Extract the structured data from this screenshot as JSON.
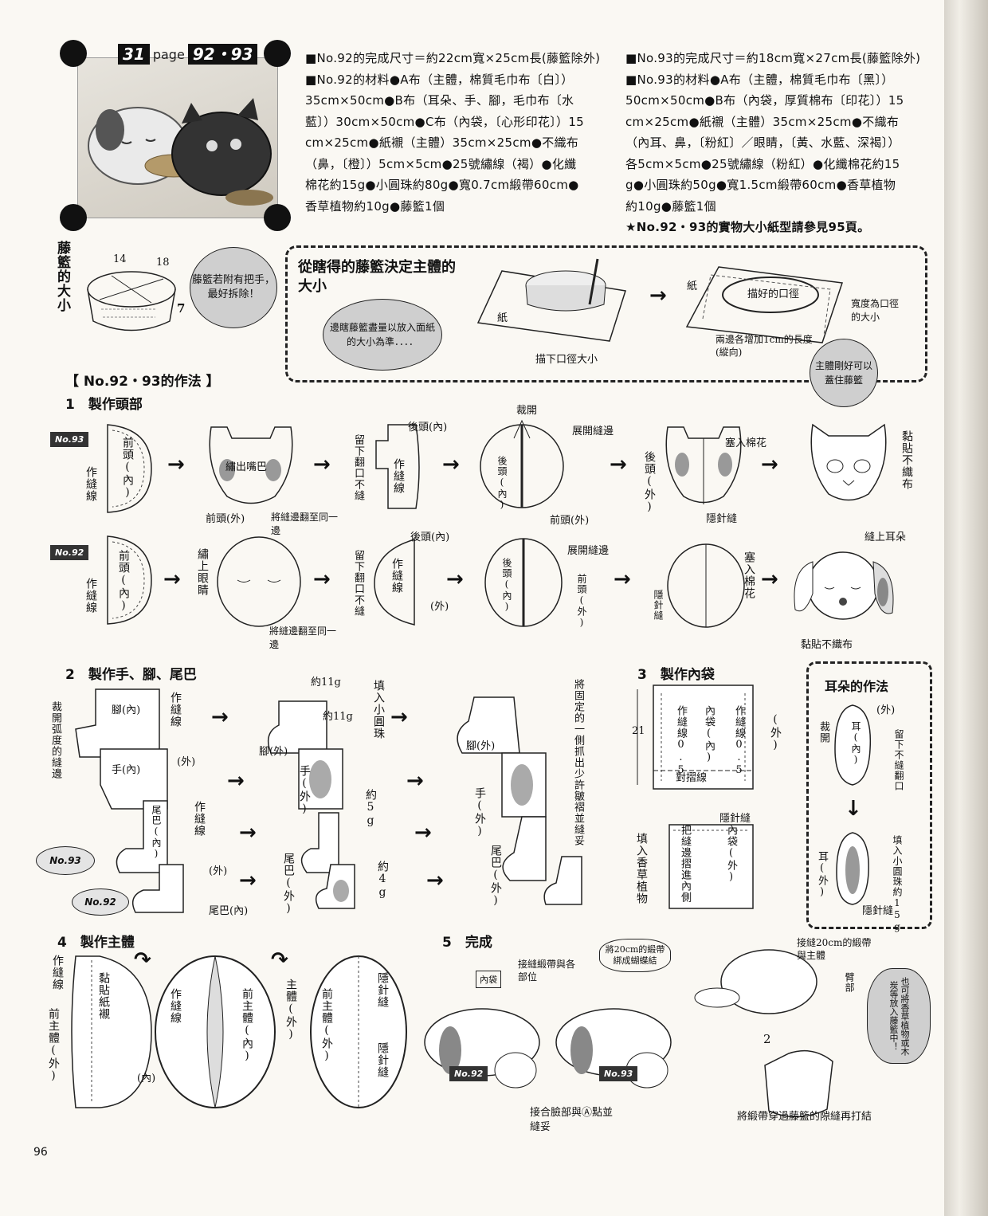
{
  "page_number": "96",
  "header": {
    "badge_num": "31",
    "badge_page": "page",
    "badge_nums": "92・93"
  },
  "spec92": {
    "size_line": "■No.92的完成尺寸＝約22cm寬×25cm長(藤籃除外)",
    "lines": [
      "■No.92的材料●A布（主體，棉質毛巾布〔白〕）",
      "35cm×50cm●B布（耳朵、手、腳，毛巾布〔水",
      "藍〕）30cm×50cm●C布（內袋，〔心形印花〕）15",
      "cm×25cm●紙襯（主體）35cm×25cm●不織布",
      "（鼻，〔橙〕）5cm×5cm●25號繡線（褐）●化纖",
      "棉花約15g●小圓珠約80g●寬0.7cm緞帶60cm●",
      "香草植物約10g●藤籃1個"
    ]
  },
  "spec93": {
    "size_line": "■No.93的完成尺寸＝約18cm寬×27cm長(藤籃除外)",
    "lines": [
      "■No.93的材料●A布（主體，棉質毛巾布〔黑〕）",
      "50cm×50cm●B布（內袋，厚質棉布〔印花〕）15",
      "cm×25cm●紙襯（主體）35cm×25cm●不織布",
      "（內耳、鼻，〔粉紅〕／眼睛，〔黃、水藍、深褐〕）",
      "各5cm×5cm●25號繡線（粉紅）●化纖棉花約15",
      "g●小圓珠約50g●寬1.5cm緞帶60cm●香草植物",
      "約10g●藤籃1個"
    ],
    "note": "★No.92・93的實物大小紙型請參見95頁。"
  },
  "basket": {
    "title": "藤籃的大小",
    "dim1": "14",
    "dim2": "18",
    "dim3": "7",
    "bubble": "藤籃若附有把手，最好拆除！"
  },
  "dashbox": {
    "title": "從瞎得的藤籃決定主體的大小",
    "bubble": "邊瞎藤籃盡量以放入面紙的大小為準．．．．",
    "paper1": "紙",
    "trace": "描下口徑大小",
    "paper2": "紙",
    "traced": "描好的口徑",
    "width": "寬度為口徑的大小",
    "add": "兩邊各增加1cm的長度(縱向)",
    "bubble2": "主體剛好可以蓋住藤籃"
  },
  "method_title": "【 No.92・93的作法 】",
  "step1": {
    "title": "1　製作頭部",
    "tag93": "No.93",
    "tag92": "No.92",
    "row93": {
      "front_in": "前頭(內)",
      "sew_line": "作縫線",
      "embroider_mouth": "繡出嘴巴",
      "front_out": "前頭(外)",
      "fold_margin": "將縫邊翻至同一邊",
      "leave_open": "留下翻口不縫",
      "back_in": "後頭(內)",
      "sew_line2": "作縫線",
      "cut": "裁開",
      "open_margin": "展開縫邊",
      "back_head": "後頭(內)",
      "front_out2": "前頭(外)",
      "back_out": "後頭(外)",
      "stuff": "塞入棉花",
      "blind_stitch": "隱針縫",
      "glue_felt": "黏貼不織布"
    },
    "row92": {
      "front_in": "前頭(內)",
      "sew_line": "作縫線",
      "embroider_eyes": "繡上眼睛",
      "fold_margin": "將縫邊翻至同一邊",
      "leave_open": "留下翻口不縫",
      "back_in": "後頭(內)",
      "sew_line2": "作縫線",
      "out": "(外)",
      "open_margin": "展開縫邊",
      "back_head": "後頭(內)",
      "front_out": "前頭(外)",
      "blind_stitch": "隱針縫",
      "stuff": "塞入棉花",
      "sew_ears": "縫上耳朵",
      "glue_felt": "黏貼不織布"
    }
  },
  "step2": {
    "title": "2　製作手、腳、尾巴",
    "foot_in": "腳(內)",
    "hand_in": "手(內)",
    "tail_in": "尾巴(內)",
    "sew_line": "作縫線",
    "sew_line2": "作縫線",
    "out": "(外)",
    "out2": "(外)",
    "cut_curve": "裁開弧度的縫邊",
    "tag93": "No.93",
    "tag92": "No.92",
    "g11a": "約11g",
    "g11b": "約11g",
    "g5": "約5g",
    "g4": "約4g",
    "foot_out": "腳(外)",
    "hand_out": "手(外)",
    "tail_out": "尾巴(外)",
    "fill_beads": "填入小圓珠",
    "foot_out2": "腳(外)",
    "hand_out2": "手(外)",
    "tail_out2": "尾巴(外)",
    "gather": "將固定的一側抓出少許皺褶並縫妥"
  },
  "step3": {
    "title": "3　製作內袋",
    "dim": "21",
    "sew_line_a": "作縫線0.5",
    "sew_line_b": "作縫線0.5",
    "inner_bag": "內袋(內)",
    "fold_line": "對摺線",
    "out": "(外)",
    "blind_stitch": "隱針縫",
    "fill_herbs": "填入香草植物",
    "fold_inside": "把縫邊摺進內側",
    "inner_bag_out": "內袋(外)"
  },
  "ear": {
    "title": "耳朵的作法",
    "cut": "裁開",
    "ear_in": "耳(內)",
    "out": "(外)",
    "leave_open": "留下不縫翻口",
    "ear_out": "耳(外)",
    "fill": "填入小圓珠約15g",
    "blind_stitch": "隱針縫"
  },
  "step4": {
    "title": "4　製作主體",
    "sew_line": "作縫線",
    "front_body_out": "前主體(外)",
    "glue_interfacing": "黏貼紙襯",
    "in": "(內)",
    "sew_line2": "作縫線",
    "front_body_in": "前主體(內)",
    "body_out": "主體(外)",
    "front_body_out2": "前主體(外)",
    "blind_stitch": "隱針縫",
    "blind_stitch2": "隱針縫"
  },
  "step5": {
    "title": "5　完成",
    "inner_bag": "內袋",
    "sew_ribbon": "接縫緞帶與各部位",
    "tie_bow": "將20cm的緞帶綁成蝴蝶結",
    "tag92": "No.92",
    "tag93": "No.93",
    "attach_face": "接合臉部與Ⓐ點並縫妥",
    "sew_20": "接縫20cm的緞帶與主體",
    "arm": "臂部",
    "herbs": "也可將香草植物或木炭等放入藤籃中！",
    "num2": "2",
    "tie_through": "將緞帶穿過藤籃的隙縫再打結"
  }
}
